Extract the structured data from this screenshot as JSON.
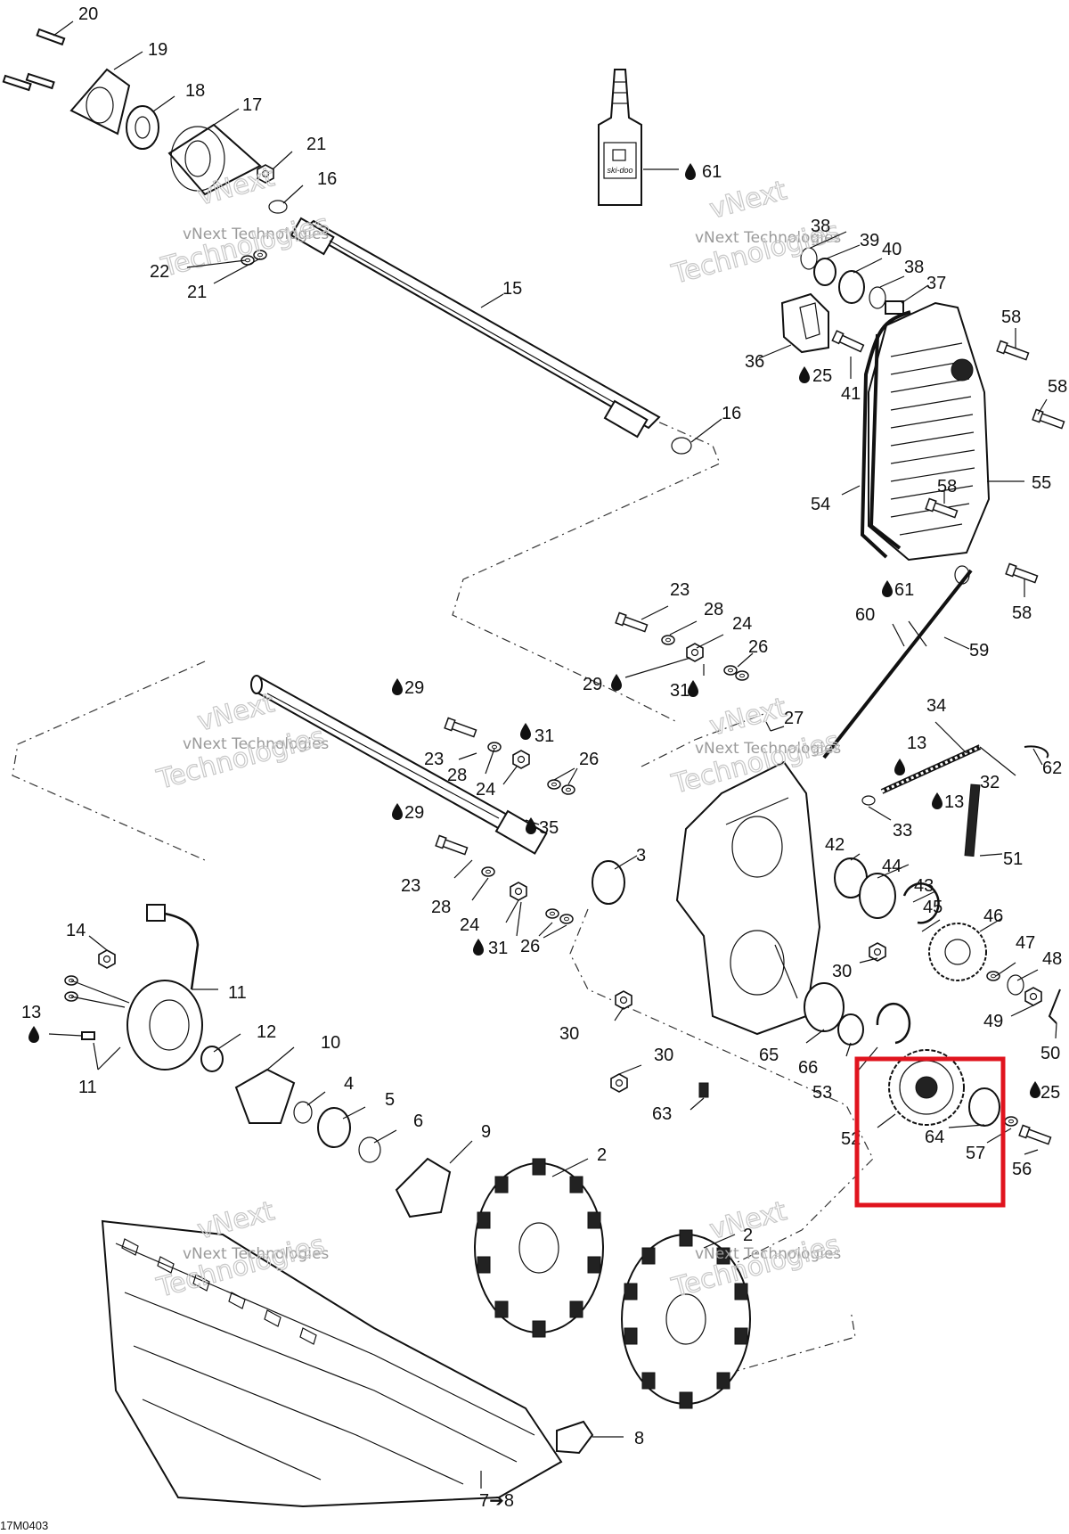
{
  "drawing_code": "17M0403",
  "watermark": {
    "line1": "vNext",
    "line2": "vNext Technologies",
    "line3": "Technologies"
  },
  "bottle": {
    "brand": "ski-doo",
    "callout": "61"
  },
  "callouts": {
    "c2": "2",
    "c3": "3",
    "c4": "4",
    "c5": "5",
    "c6": "6",
    "c7_8": "7➔8",
    "c8": "8",
    "c9": "9",
    "c10": "10",
    "c11": "11",
    "c12": "12",
    "c13": "13",
    "c14": "14",
    "c15": "15",
    "c16": "16",
    "c17": "17",
    "c18": "18",
    "c19": "19",
    "c20": "20",
    "c21": "21",
    "c22": "22",
    "c23": "23",
    "c24": "24",
    "c25": "25",
    "c26": "26",
    "c27": "27",
    "c28": "28",
    "c29": "29",
    "c30": "30",
    "c31": "31",
    "c32": "32",
    "c33": "33",
    "c34": "34",
    "c35": "35",
    "c36": "36",
    "c37": "37",
    "c38": "38",
    "c39": "39",
    "c40": "40",
    "c41": "41",
    "c42": "42",
    "c43": "43",
    "c44": "44",
    "c45": "45",
    "c46": "46",
    "c47": "47",
    "c48": "48",
    "c49": "49",
    "c50": "50",
    "c51": "51",
    "c52": "52",
    "c53": "53",
    "c54": "54",
    "c55": "55",
    "c56": "56",
    "c57": "57",
    "c58": "58",
    "c59": "59",
    "c60": "60",
    "c61": "61",
    "c62": "62",
    "c63": "63",
    "c64": "64",
    "c65": "65",
    "c66": "66"
  },
  "highlight_color": "#e0141e"
}
